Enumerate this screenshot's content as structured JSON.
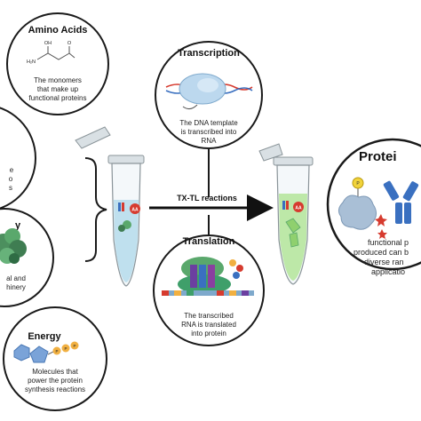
{
  "colors": {
    "outline": "#1a1a1a",
    "tube_liquid_left": "#bfe0ee",
    "tube_liquid_right": "#bde8a8",
    "tube_cap": "#d9e0e4",
    "protein_blue": "#3a70c0",
    "ribosome_blue": "#bcd8ee",
    "energy_blue": "#7aa3d8",
    "energy_orange": "#f1b041",
    "red_accent": "#d63b2f",
    "green_machinery": "#3f9f6a"
  },
  "circles": {
    "amino_acids": {
      "title": "Amino Acids",
      "text_lines": [
        "The monomers",
        "that make up",
        "functional proteins"
      ],
      "molecule_labels": [
        "OH",
        "H₂N",
        "O"
      ]
    },
    "transcription": {
      "title": "Transcription",
      "text_lines": [
        "The DNA template",
        "is transcribed into",
        "RNA"
      ]
    },
    "left_partial": {
      "text_lines": [
        "e",
        "o",
        "s"
      ]
    },
    "machinery": {
      "title": "y",
      "text_lines": [
        "al and",
        "hinery"
      ]
    },
    "energy": {
      "title": "Energy",
      "text_lines": [
        "Molecules that",
        "power the protein",
        "synthesis reactions"
      ],
      "phosphate_labels": [
        "P",
        "P",
        "P"
      ]
    },
    "translation": {
      "title": "Translation",
      "text_lines": [
        "The transcribed",
        "RNA is translated",
        "into protein"
      ]
    },
    "proteins": {
      "title": "Protei",
      "text_lines": [
        "functional p",
        "produced can b",
        "diverse ran",
        "applicatio"
      ],
      "ligand_label": "P"
    }
  },
  "tubes": {
    "left_badge": "AA",
    "right_badge": "AA"
  },
  "arrow": {
    "label": "TX-TL reactions"
  }
}
